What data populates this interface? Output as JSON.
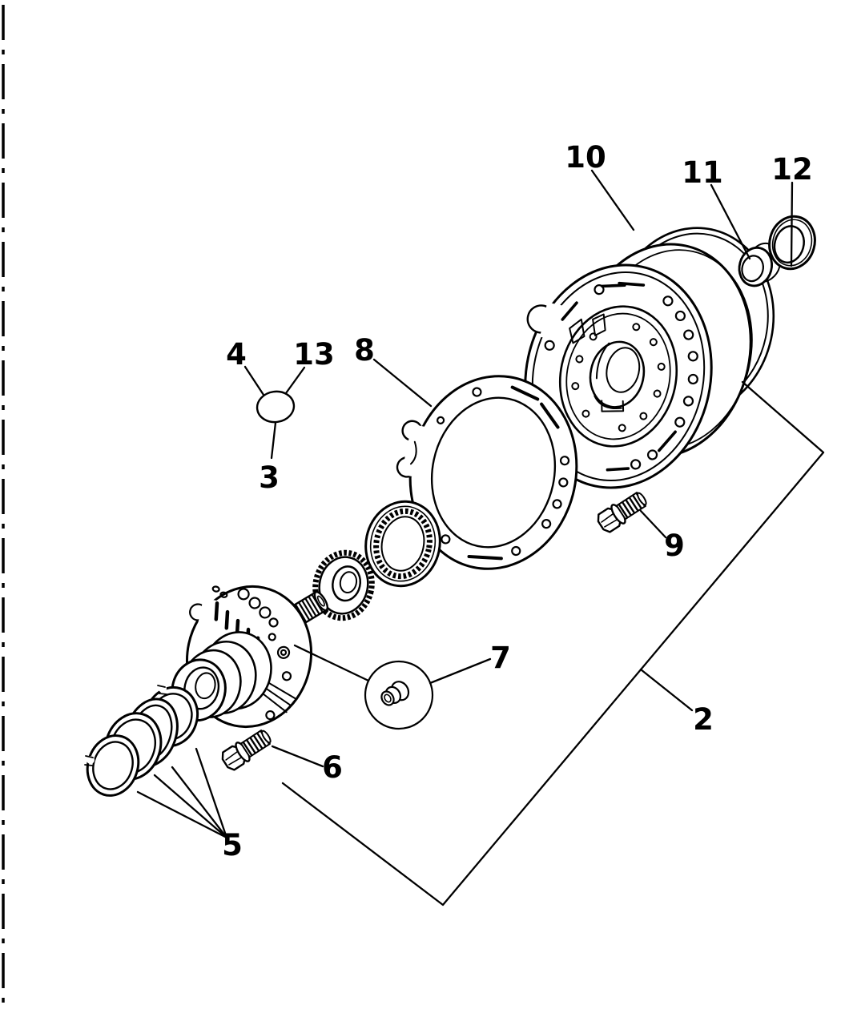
{
  "diagram": {
    "ink_color": "#000000",
    "background_color": "#ffffff",
    "callouts": {
      "c2": "2",
      "c3": "3",
      "c4": "4",
      "c5": "5",
      "c6": "6",
      "c7": "7",
      "c8": "8",
      "c9": "9",
      "c10": "10",
      "c11": "11",
      "c12": "12",
      "c13": "13"
    }
  }
}
